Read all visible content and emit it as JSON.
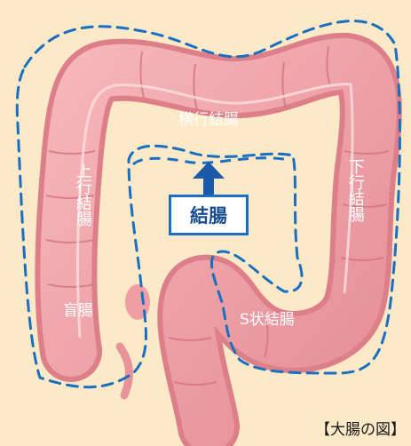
{
  "labels": {
    "transverse": "横行結腸",
    "ascending": "上行結腸",
    "descending": "下行結腸",
    "cecum": "盲腸",
    "sigmoid": "S状結腸",
    "colon": "結腸"
  },
  "caption": "【大腸の図】",
  "colors": {
    "background": "#fbe9c7",
    "intestine": "#f2a2a8",
    "intestine_shadow": "#dd7f88",
    "dashed_outline": "#1a6fc0",
    "arrow": "#1a5aa8"
  }
}
